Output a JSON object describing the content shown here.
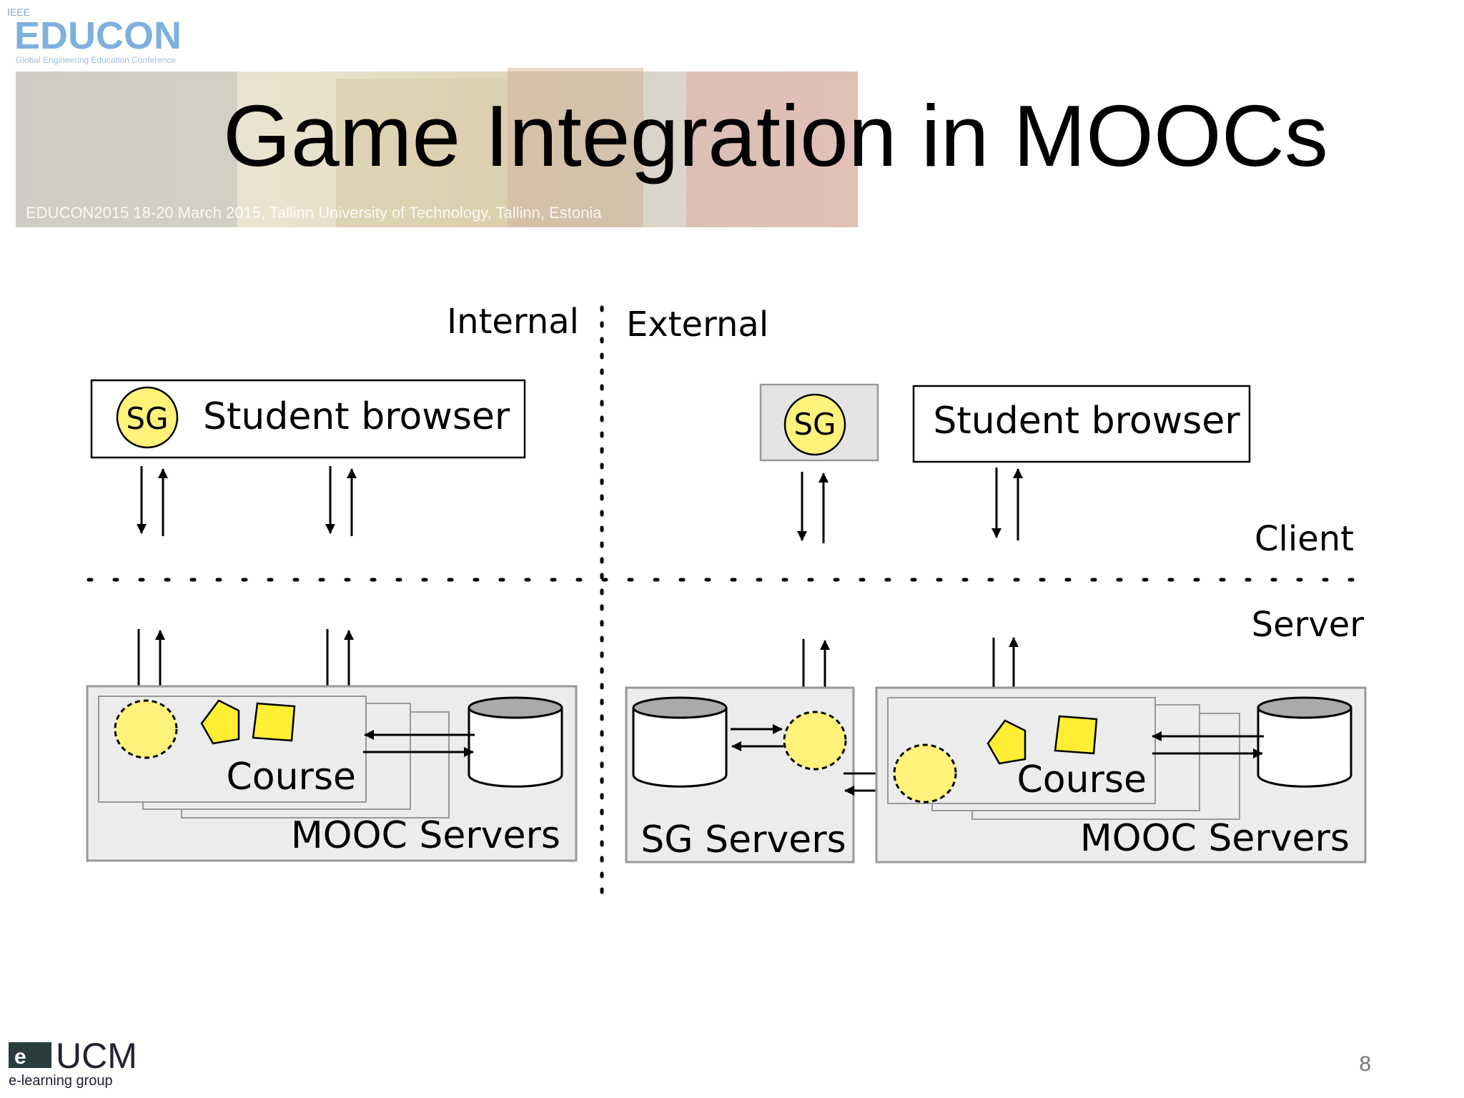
{
  "banner": {
    "ieee": "IEEE",
    "conference": "EDUCON",
    "conference_sub": "Global Engineering Education Conference",
    "event_line": "EDUCON2015 18-20 March 2015, Tallinn University of Technology, Tallinn, Estonia"
  },
  "title": "Game Integration in MOOCs",
  "diagram": {
    "internal_label": "Internal",
    "external_label": "External",
    "client_label": "Client",
    "server_label": "Server",
    "internal": {
      "browser_label": "Student browser",
      "sg_badge": "SG",
      "course_label": "Course",
      "servers_label": "MOOC Servers"
    },
    "external": {
      "sg_badge": "SG",
      "browser_label": "Student browser",
      "sg_servers_label": "SG Servers",
      "course_label": "Course",
      "servers_label": "MOOC Servers"
    }
  },
  "footer": {
    "logo_text": "UCM",
    "logo_sub": "e-learning group",
    "page_number": "8"
  },
  "colors": {
    "yellow": "#fff27a",
    "yellow_shape": "#ffee33",
    "box_gray": "#ececec",
    "border_gray": "#999999"
  }
}
